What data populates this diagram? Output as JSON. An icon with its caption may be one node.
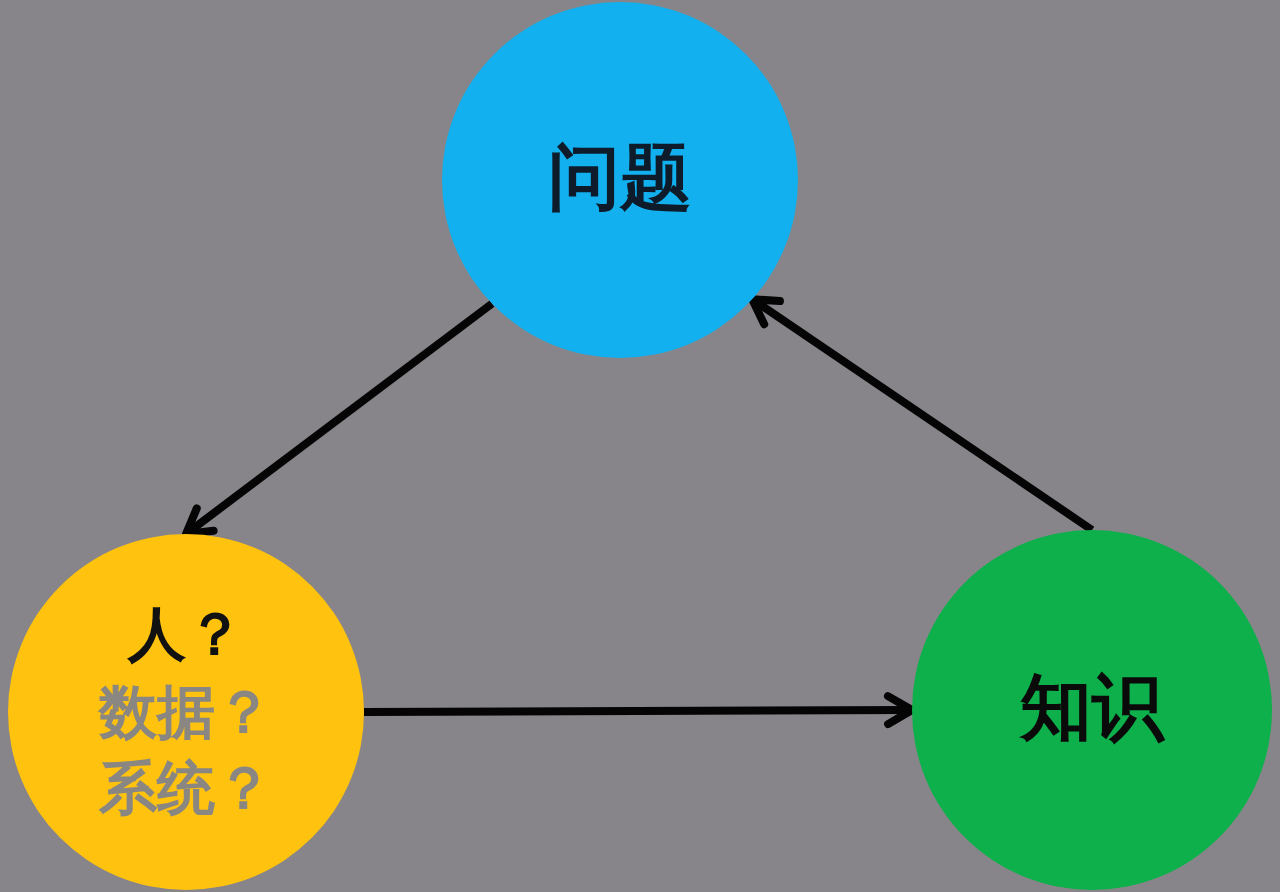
{
  "diagram": {
    "nodes": [
      {
        "text": [
          "问题"
        ]
      },
      {
        "text": [
          "人？",
          "数据？",
          "系统？"
        ]
      },
      {
        "text": [
          "知识"
        ]
      }
    ],
    "edges": [
      {
        "from": 0,
        "to": 1,
        "arrow": "to"
      },
      {
        "from": 1,
        "to": 2,
        "arrow": "to"
      },
      {
        "from": 2,
        "to": 0,
        "arrow": "to"
      }
    ]
  }
}
